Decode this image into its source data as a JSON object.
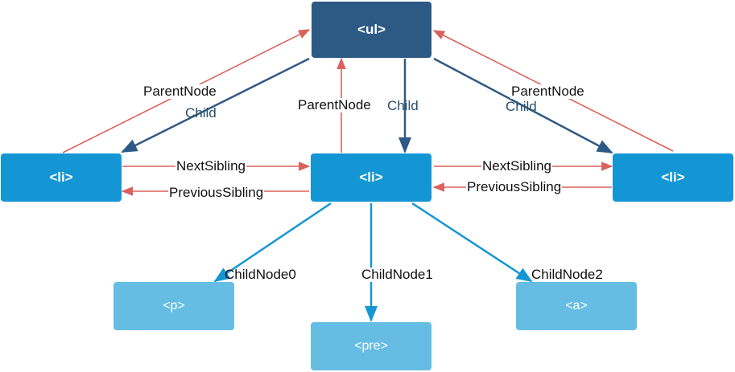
{
  "nodes": {
    "ul": "<ul>",
    "li_left": "<li>",
    "li_center": "<li>",
    "li_right": "<li>",
    "p": "<p>",
    "pre": "<pre>",
    "a": "<a>"
  },
  "edges": {
    "parent_left": "ParentNode",
    "child_left": "Child",
    "parent_center": "ParentNode",
    "child_center": "Child",
    "parent_right": "ParentNode",
    "child_right": "Child",
    "next_left": "NextSibling",
    "prev_left": "PreviousSibling",
    "next_right": "NextSibling",
    "prev_right": "PreviousSibling",
    "childnode0": "ChildNode0",
    "childnode1": "ChildNode1",
    "childnode2": "ChildNode2"
  },
  "colors": {
    "root": "#2d5a84",
    "li": "#1596d4",
    "leaf": "#65bde3",
    "parent_arrow": "#d9625d",
    "child_arrow": "#2d5a84",
    "childnode_arrow": "#1596d4"
  }
}
